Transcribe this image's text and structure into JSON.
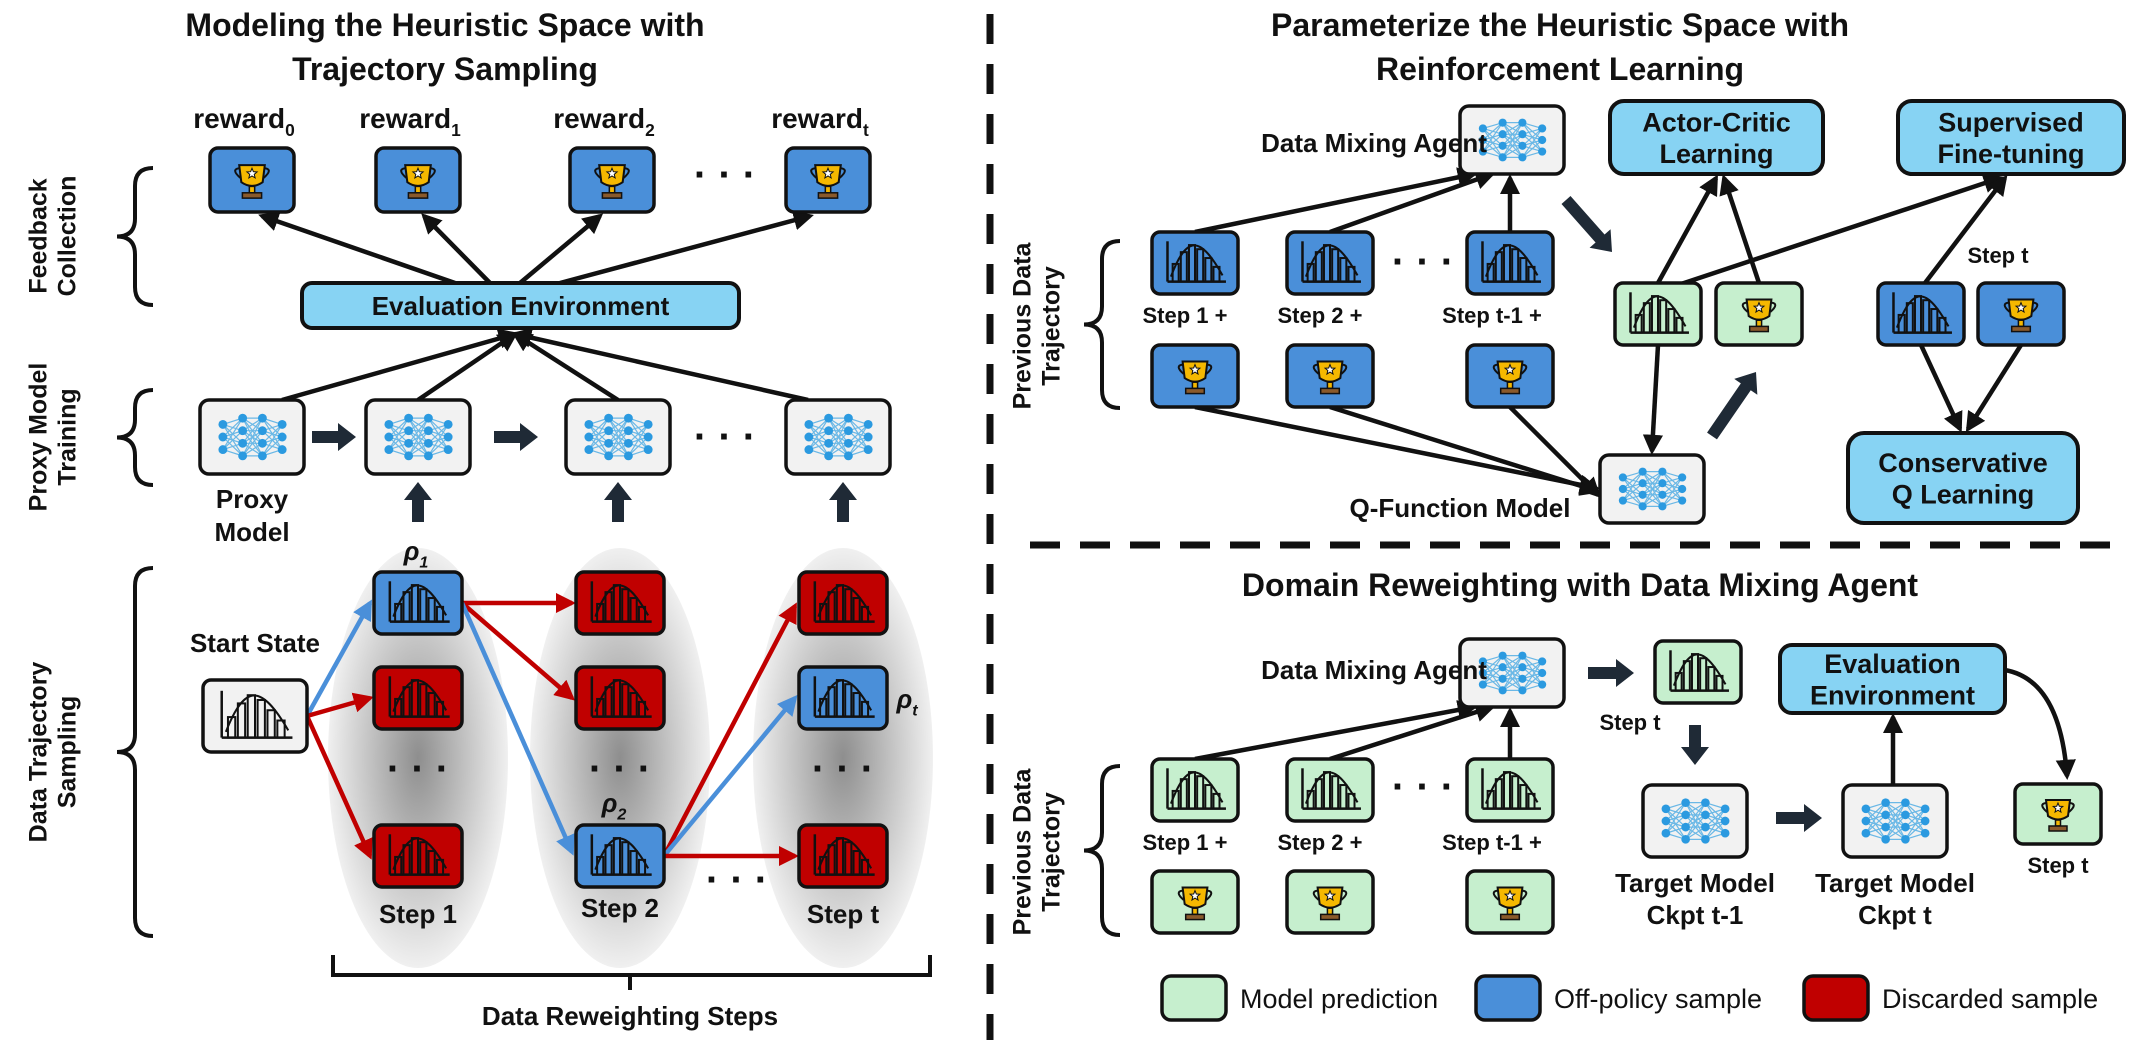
{
  "left_panel": {
    "title_line1": "Modeling the Heuristic Space with",
    "title_line2": "Trajectory Sampling",
    "rewards": [
      {
        "base": "reward",
        "sub": "0"
      },
      {
        "base": "reward",
        "sub": "1"
      },
      {
        "base": "reward",
        "sub": "2"
      },
      {
        "base": "reward",
        "sub": "t"
      }
    ],
    "brace_feedback": [
      "Feedback",
      "Collection"
    ],
    "brace_proxy": [
      "Proxy Model",
      "Training"
    ],
    "brace_sampling": [
      "Data Trajectory",
      "Sampling"
    ],
    "evaluation_environment": "Evaluation Environment",
    "proxy_model_label": [
      "Proxy",
      "Model"
    ],
    "start_state": "Start State",
    "rho_labels": [
      {
        "base": "ρ",
        "sub": "1"
      },
      {
        "base": "ρ",
        "sub": "2"
      },
      {
        "base": "ρ",
        "sub": "t"
      }
    ],
    "step_labels": [
      "Step 1",
      "Step 2",
      "Step t"
    ],
    "bottom_label": "Data Reweighting Steps"
  },
  "right_top": {
    "title_line1": "Parameterize the Heuristic Space with",
    "title_line2": "Reinforcement Learning",
    "agent_label": "Data Mixing Agent",
    "brace_label": [
      "Previous Data",
      "Trajectory"
    ],
    "step_labels": [
      "Step 1 +",
      "Step 2 +",
      "Step t-1 +"
    ],
    "actor_critic": [
      "Actor-Critic",
      "Learning"
    ],
    "sft": [
      "Supervised",
      "Fine-tuning"
    ],
    "step_t": "Step t",
    "cql": [
      "Conservative",
      "Q Learning"
    ],
    "q_function": "Q-Function Model"
  },
  "right_bottom": {
    "title": "Domain Reweighting with Data Mixing Agent",
    "agent_label": "Data Mixing Agent",
    "brace_label": [
      "Previous Data",
      "Trajectory"
    ],
    "step_labels": [
      "Step 1 +",
      "Step 2 +",
      "Step t-1 +"
    ],
    "step_t_top": "Step t",
    "step_t_bottom": "Step t",
    "evaluation_env": [
      "Evaluation",
      "Environment"
    ],
    "target_prev": [
      "Target Model",
      "Ckpt t-1"
    ],
    "target_cur": [
      "Target Model",
      "Ckpt t"
    ]
  },
  "legend": [
    {
      "label": "Model prediction",
      "color": "#c6efce"
    },
    {
      "label": "Off-policy sample",
      "color": "#4a8fd9"
    },
    {
      "label": "Discarded sample",
      "color": "#c00000"
    }
  ],
  "dots": "· · ·",
  "colors": {
    "blue": "#4a8fd9",
    "red": "#c00000",
    "green": "#c6efce",
    "light_blue": "#87d3f3",
    "dark": "#1f2a36"
  }
}
